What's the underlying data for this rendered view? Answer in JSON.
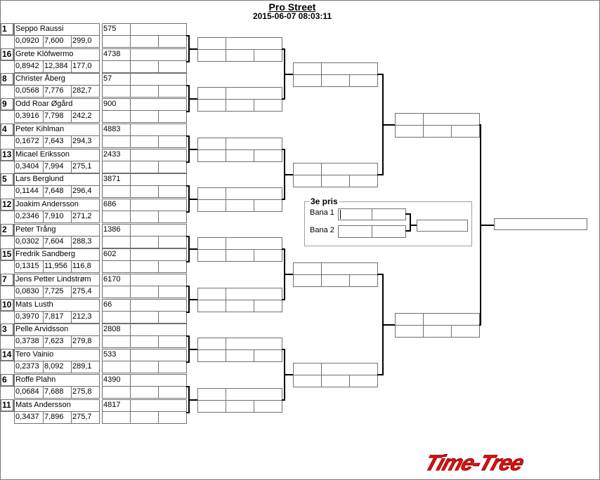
{
  "header": {
    "title": "Pro Street",
    "datetime": "2015-06-07 08:03:11"
  },
  "entries": [
    {
      "seed": "1",
      "name": "Seppo Raussi",
      "rt": "0,0920",
      "et": "7,600",
      "speed": "299,0",
      "number": "575"
    },
    {
      "seed": "16",
      "name": "Grete Klöfwermo",
      "rt": "0,8942",
      "et": "12,384",
      "speed": "177,0",
      "number": "4738"
    },
    {
      "seed": "8",
      "name": "Christer Åberg",
      "rt": "0,0568",
      "et": "7,776",
      "speed": "282,7",
      "number": "57"
    },
    {
      "seed": "9",
      "name": "Odd Roar Øgård",
      "rt": "0,3916",
      "et": "7,798",
      "speed": "242,2",
      "number": "900"
    },
    {
      "seed": "4",
      "name": "Peter Kihlman",
      "rt": "0,1672",
      "et": "7,643",
      "speed": "294,3",
      "number": "4883"
    },
    {
      "seed": "13",
      "name": "Micael Eriksson",
      "rt": "0,3404",
      "et": "7,994",
      "speed": "275,1",
      "number": "2433"
    },
    {
      "seed": "5",
      "name": "Lars Berglund",
      "rt": "0,1144",
      "et": "7,648",
      "speed": "296,4",
      "number": "3871"
    },
    {
      "seed": "12",
      "name": "Joakim Andersson",
      "rt": "0,2346",
      "et": "7,910",
      "speed": "271,2",
      "number": "686"
    },
    {
      "seed": "2",
      "name": "Peter Trång",
      "rt": "0,0302",
      "et": "7,604",
      "speed": "288,3",
      "number": "1386"
    },
    {
      "seed": "15",
      "name": "Fredrik Sandberg",
      "rt": "0,1315",
      "et": "11,956",
      "speed": "116,8",
      "number": "602"
    },
    {
      "seed": "7",
      "name": "Jens Petter Lindstrøm",
      "rt": "0,0830",
      "et": "7,725",
      "speed": "275,4",
      "number": "6170"
    },
    {
      "seed": "10",
      "name": "Mats Lusth",
      "rt": "0,3970",
      "et": "7,817",
      "speed": "212,3",
      "number": "66"
    },
    {
      "seed": "3",
      "name": "Pelle Arvidsson",
      "rt": "0,3738",
      "et": "7,623",
      "speed": "279,8",
      "number": "2808"
    },
    {
      "seed": "14",
      "name": "Tero Vainio",
      "rt": "0,2373",
      "et": "8,092",
      "speed": "289,1",
      "number": "533"
    },
    {
      "seed": "6",
      "name": "Roffe  Plahn",
      "rt": "0,0684",
      "et": "7,688",
      "speed": "275,8",
      "number": "4390"
    },
    {
      "seed": "11",
      "name": "Mats Andersson",
      "rt": "0,3437",
      "et": "7,896",
      "speed": "275,7",
      "number": "4817"
    }
  ],
  "third_prize": {
    "legend": "3e pris",
    "lane1_label": "Bana 1",
    "lane2_label": "Bana 2"
  },
  "logo": {
    "text": "Time-Tree",
    "color": "#e01010"
  }
}
